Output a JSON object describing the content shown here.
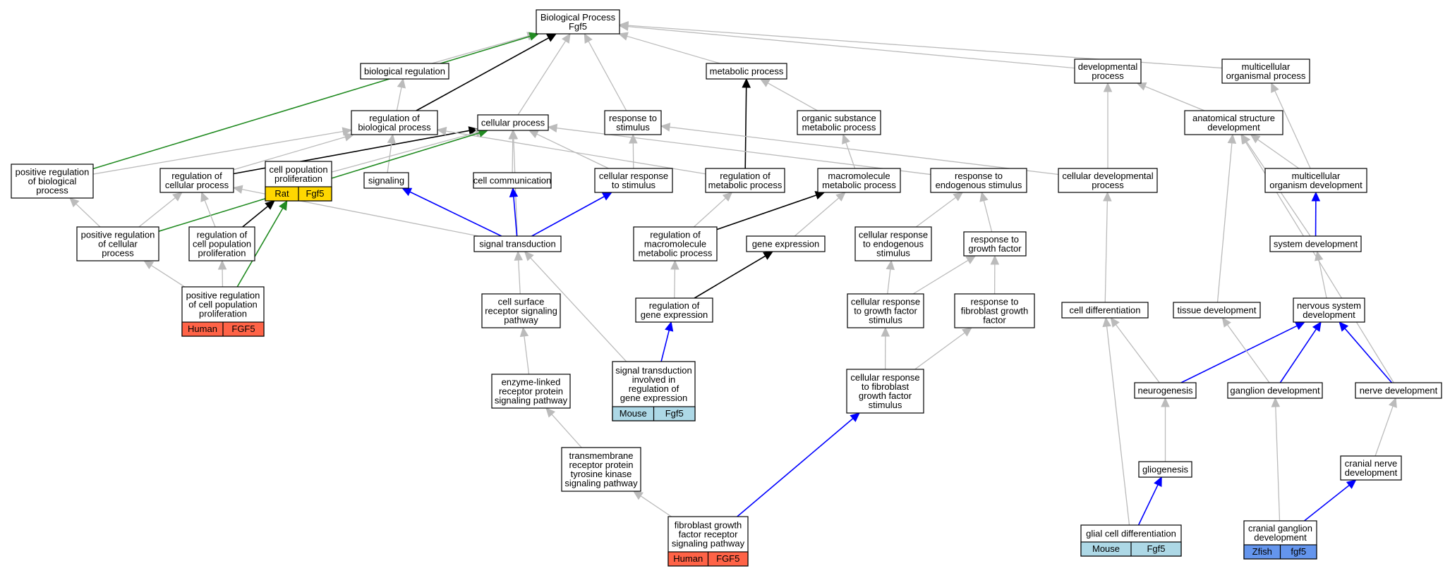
{
  "nodes": [
    {
      "id": "bp",
      "lines": [
        "Biological Process",
        "Fgf5"
      ]
    },
    {
      "id": "bio_reg",
      "lines": [
        "biological regulation"
      ]
    },
    {
      "id": "metabolic",
      "lines": [
        "metabolic process"
      ]
    },
    {
      "id": "dev_proc",
      "lines": [
        "developmental",
        "process"
      ]
    },
    {
      "id": "multi_org_proc",
      "lines": [
        "multicellular",
        "organismal process"
      ]
    },
    {
      "id": "reg_bio_proc",
      "lines": [
        "regulation of",
        "biological process"
      ]
    },
    {
      "id": "cell_proc",
      "lines": [
        "cellular process"
      ]
    },
    {
      "id": "resp_stim",
      "lines": [
        "response to",
        "stimulus"
      ]
    },
    {
      "id": "org_sub_met",
      "lines": [
        "organic substance",
        "metabolic process"
      ]
    },
    {
      "id": "anat_dev",
      "lines": [
        "anatomical structure",
        "development"
      ]
    },
    {
      "id": "pos_reg_bio",
      "lines": [
        "positive regulation",
        "of biological",
        "process"
      ]
    },
    {
      "id": "reg_cell_proc",
      "lines": [
        "regulation of",
        "cellular process"
      ]
    },
    {
      "id": "cell_pop_prolif",
      "lines": [
        "cell population",
        "proliferation"
      ],
      "tag": {
        "species": "Rat",
        "gene": "Fgf5",
        "color": "#ffd700"
      }
    },
    {
      "id": "signaling",
      "lines": [
        "signaling"
      ]
    },
    {
      "id": "cell_comm",
      "lines": [
        "cell communication"
      ]
    },
    {
      "id": "cell_resp_stim",
      "lines": [
        "cellular response",
        "to stimulus"
      ]
    },
    {
      "id": "reg_met_proc",
      "lines": [
        "regulation of",
        "metabolic process"
      ]
    },
    {
      "id": "macro_met",
      "lines": [
        "macromolecule",
        "metabolic process"
      ]
    },
    {
      "id": "resp_endo",
      "lines": [
        "response to",
        "endogenous stimulus"
      ]
    },
    {
      "id": "cell_dev_proc",
      "lines": [
        "cellular developmental",
        "process"
      ]
    },
    {
      "id": "multi_org_dev",
      "lines": [
        "multicellular",
        "organism development"
      ]
    },
    {
      "id": "pos_reg_cell",
      "lines": [
        "positive regulation",
        "of cellular",
        "process"
      ]
    },
    {
      "id": "reg_cell_pop",
      "lines": [
        "regulation of",
        "cell population",
        "proliferation"
      ]
    },
    {
      "id": "sig_trans",
      "lines": [
        "signal transduction"
      ]
    },
    {
      "id": "reg_macro_met",
      "lines": [
        "regulation of",
        "macromolecule",
        "metabolic process"
      ]
    },
    {
      "id": "gene_expr",
      "lines": [
        "gene expression"
      ]
    },
    {
      "id": "cell_resp_endo",
      "lines": [
        "cellular response",
        "to endogenous",
        "stimulus"
      ]
    },
    {
      "id": "resp_gf",
      "lines": [
        "response to",
        "growth factor"
      ]
    },
    {
      "id": "sys_dev",
      "lines": [
        "system development"
      ]
    },
    {
      "id": "pos_reg_cell_pop",
      "lines": [
        "positive regulation",
        "of cell population",
        "proliferation"
      ],
      "tag": {
        "species": "Human",
        "gene": "FGF5",
        "color": "#ff6347"
      }
    },
    {
      "id": "cell_surf",
      "lines": [
        "cell surface",
        "receptor signaling",
        "pathway"
      ]
    },
    {
      "id": "reg_gene_expr",
      "lines": [
        "regulation of",
        "gene expression"
      ]
    },
    {
      "id": "cell_resp_gf",
      "lines": [
        "cellular response",
        "to growth factor",
        "stimulus"
      ]
    },
    {
      "id": "resp_fgf",
      "lines": [
        "response to",
        "fibroblast growth",
        "factor"
      ]
    },
    {
      "id": "cell_diff",
      "lines": [
        "cell differentiation"
      ]
    },
    {
      "id": "tissue_dev",
      "lines": [
        "tissue development"
      ]
    },
    {
      "id": "nerv_sys_dev",
      "lines": [
        "nervous system",
        "development"
      ]
    },
    {
      "id": "sig_trans_gene",
      "lines": [
        "signal transduction",
        "involved in",
        "regulation of",
        "gene expression"
      ],
      "tag": {
        "species": "Mouse",
        "gene": "Fgf5",
        "color": "#add8e6"
      }
    },
    {
      "id": "enz_linked",
      "lines": [
        "enzyme-linked",
        "receptor protein",
        "signaling pathway"
      ]
    },
    {
      "id": "cell_resp_fgf",
      "lines": [
        "cellular response",
        "to fibroblast",
        "growth factor",
        "stimulus"
      ]
    },
    {
      "id": "neurogenesis",
      "lines": [
        "neurogenesis"
      ]
    },
    {
      "id": "ganglion_dev",
      "lines": [
        "ganglion development"
      ]
    },
    {
      "id": "nerve_dev",
      "lines": [
        "nerve development"
      ]
    },
    {
      "id": "transmem",
      "lines": [
        "transmembrane",
        "receptor protein",
        "tyrosine kinase",
        "signaling pathway"
      ]
    },
    {
      "id": "gliogenesis",
      "lines": [
        "gliogenesis"
      ]
    },
    {
      "id": "cranial_nerve",
      "lines": [
        "cranial nerve",
        "development"
      ]
    },
    {
      "id": "fgf_rec",
      "lines": [
        "fibroblast growth",
        "factor receptor",
        "signaling pathway"
      ],
      "tag": {
        "species": "Human",
        "gene": "FGF5",
        "color": "#ff6347"
      }
    },
    {
      "id": "glial_diff",
      "lines": [
        "glial cell differentiation"
      ],
      "tag": {
        "species": "Mouse",
        "gene": "Fgf5",
        "color": "#add8e6"
      }
    },
    {
      "id": "cranial_gang",
      "lines": [
        "cranial ganglion",
        "development"
      ],
      "tag": {
        "species": "Zfish",
        "gene": "fgf5",
        "color": "#6495ed"
      }
    }
  ],
  "edges": [
    {
      "from": "bio_reg",
      "to": "bp",
      "color": "#bbbbbb"
    },
    {
      "from": "reg_bio_proc",
      "to": "bp",
      "color": "#000000"
    },
    {
      "from": "reg_bio_proc",
      "to": "bio_reg",
      "color": "#bbbbbb"
    },
    {
      "from": "cell_proc",
      "to": "bp",
      "color": "#bbbbbb"
    },
    {
      "from": "resp_stim",
      "to": "bp",
      "color": "#bbbbbb"
    },
    {
      "from": "metabolic",
      "to": "bp",
      "color": "#bbbbbb"
    },
    {
      "from": "dev_proc",
      "to": "bp",
      "color": "#bbbbbb"
    },
    {
      "from": "multi_org_proc",
      "to": "bp",
      "color": "#bbbbbb"
    },
    {
      "from": "pos_reg_bio",
      "to": "bp",
      "color": "#228b22"
    },
    {
      "from": "org_sub_met",
      "to": "metabolic",
      "color": "#bbbbbb"
    },
    {
      "from": "reg_met_proc",
      "to": "metabolic",
      "color": "#000000"
    },
    {
      "from": "pos_reg_bio",
      "to": "reg_bio_proc",
      "color": "#bbbbbb"
    },
    {
      "from": "reg_cell_proc",
      "to": "reg_bio_proc",
      "color": "#bbbbbb"
    },
    {
      "from": "reg_cell_proc",
      "to": "cell_proc",
      "color": "#000000"
    },
    {
      "from": "reg_met_proc",
      "to": "reg_bio_proc",
      "color": "#bbbbbb"
    },
    {
      "from": "signaling",
      "to": "reg_bio_proc",
      "color": "#bbbbbb"
    },
    {
      "from": "cell_pop_prolif",
      "to": "cell_proc",
      "color": "#bbbbbb"
    },
    {
      "from": "cell_comm",
      "to": "cell_proc",
      "color": "#bbbbbb"
    },
    {
      "from": "cell_resp_stim",
      "to": "cell_proc",
      "color": "#bbbbbb"
    },
    {
      "from": "sig_trans",
      "to": "cell_proc",
      "color": "#bbbbbb"
    },
    {
      "from": "resp_endo",
      "to": "cell_proc",
      "color": "#bbbbbb"
    },
    {
      "from": "pos_reg_cell",
      "to": "cell_proc",
      "color": "#228b22"
    },
    {
      "from": "cell_resp_stim",
      "to": "resp_stim",
      "color": "#bbbbbb"
    },
    {
      "from": "cell_dev_proc",
      "to": "resp_stim",
      "color": "#bbbbbb"
    },
    {
      "from": "macro_met",
      "to": "org_sub_met",
      "color": "#bbbbbb"
    },
    {
      "from": "anat_dev",
      "to": "dev_proc",
      "color": "#bbbbbb"
    },
    {
      "from": "cell_dev_proc",
      "to": "dev_proc",
      "color": "#bbbbbb"
    },
    {
      "from": "multi_org_dev",
      "to": "multi_org_proc",
      "color": "#bbbbbb"
    },
    {
      "from": "multi_org_dev",
      "to": "anat_dev",
      "color": "#bbbbbb"
    },
    {
      "from": "sys_dev",
      "to": "anat_dev",
      "color": "#bbbbbb"
    },
    {
      "from": "tissue_dev",
      "to": "anat_dev",
      "color": "#bbbbbb"
    },
    {
      "from": "nerve_dev",
      "to": "anat_dev",
      "color": "#bbbbbb"
    },
    {
      "from": "pos_reg_cell",
      "to": "pos_reg_bio",
      "color": "#bbbbbb"
    },
    {
      "from": "pos_reg_cell",
      "to": "reg_cell_proc",
      "color": "#bbbbbb"
    },
    {
      "from": "reg_cell_pop",
      "to": "reg_cell_proc",
      "color": "#bbbbbb"
    },
    {
      "from": "reg_cell_pop",
      "to": "cell_pop_prolif",
      "color": "#000000"
    },
    {
      "from": "pos_reg_cell_pop",
      "to": "cell_pop_prolif",
      "color": "#228b22"
    },
    {
      "from": "sig_trans",
      "to": "reg_cell_proc",
      "color": "#bbbbbb"
    },
    {
      "from": "sig_trans",
      "to": "signaling",
      "color": "#0000ff"
    },
    {
      "from": "sig_trans",
      "to": "cell_comm",
      "color": "#0000ff"
    },
    {
      "from": "sig_trans",
      "to": "cell_resp_stim",
      "color": "#0000ff"
    },
    {
      "from": "reg_macro_met",
      "to": "reg_met_proc",
      "color": "#bbbbbb"
    },
    {
      "from": "reg_macro_met",
      "to": "macro_met",
      "color": "#000000"
    },
    {
      "from": "gene_expr",
      "to": "macro_met",
      "color": "#bbbbbb"
    },
    {
      "from": "cell_resp_endo",
      "to": "resp_endo",
      "color": "#bbbbbb"
    },
    {
      "from": "resp_gf",
      "to": "resp_endo",
      "color": "#bbbbbb"
    },
    {
      "from": "cell_diff",
      "to": "cell_dev_proc",
      "color": "#bbbbbb"
    },
    {
      "from": "sys_dev",
      "to": "multi_org_dev",
      "color": "#0000ff"
    },
    {
      "from": "pos_reg_cell_pop",
      "to": "pos_reg_cell",
      "color": "#bbbbbb"
    },
    {
      "from": "pos_reg_cell_pop",
      "to": "reg_cell_pop",
      "color": "#bbbbbb"
    },
    {
      "from": "cell_surf",
      "to": "sig_trans",
      "color": "#bbbbbb"
    },
    {
      "from": "sig_trans_gene",
      "to": "sig_trans",
      "color": "#bbbbbb"
    },
    {
      "from": "reg_gene_expr",
      "to": "reg_macro_met",
      "color": "#bbbbbb"
    },
    {
      "from": "reg_gene_expr",
      "to": "gene_expr",
      "color": "#000000"
    },
    {
      "from": "cell_resp_gf",
      "to": "cell_resp_endo",
      "color": "#bbbbbb"
    },
    {
      "from": "cell_resp_gf",
      "to": "resp_gf",
      "color": "#bbbbbb"
    },
    {
      "from": "resp_fgf",
      "to": "resp_gf",
      "color": "#bbbbbb"
    },
    {
      "from": "nerv_sys_dev",
      "to": "sys_dev",
      "color": "#bbbbbb"
    },
    {
      "from": "sig_trans_gene",
      "to": "reg_gene_expr",
      "color": "#0000ff"
    },
    {
      "from": "enz_linked",
      "to": "cell_surf",
      "color": "#bbbbbb"
    },
    {
      "from": "cell_resp_fgf",
      "to": "cell_resp_gf",
      "color": "#bbbbbb"
    },
    {
      "from": "cell_resp_fgf",
      "to": "resp_fgf",
      "color": "#bbbbbb"
    },
    {
      "from": "neurogenesis",
      "to": "cell_diff",
      "color": "#bbbbbb"
    },
    {
      "from": "neurogenesis",
      "to": "nerv_sys_dev",
      "color": "#0000ff"
    },
    {
      "from": "ganglion_dev",
      "to": "tissue_dev",
      "color": "#bbbbbb"
    },
    {
      "from": "ganglion_dev",
      "to": "nerv_sys_dev",
      "color": "#0000ff"
    },
    {
      "from": "nerve_dev",
      "to": "nerv_sys_dev",
      "color": "#0000ff"
    },
    {
      "from": "transmem",
      "to": "enz_linked",
      "color": "#bbbbbb"
    },
    {
      "from": "gliogenesis",
      "to": "neurogenesis",
      "color": "#bbbbbb"
    },
    {
      "from": "cranial_nerve",
      "to": "nerve_dev",
      "color": "#bbbbbb"
    },
    {
      "from": "fgf_rec",
      "to": "transmem",
      "color": "#bbbbbb"
    },
    {
      "from": "fgf_rec",
      "to": "cell_resp_fgf",
      "color": "#0000ff"
    },
    {
      "from": "glial_diff",
      "to": "gliogenesis",
      "color": "#0000ff"
    },
    {
      "from": "glial_diff",
      "to": "cell_diff",
      "color": "#bbbbbb"
    },
    {
      "from": "cranial_gang",
      "to": "cranial_nerve",
      "color": "#0000ff"
    },
    {
      "from": "cranial_gang",
      "to": "ganglion_dev",
      "color": "#bbbbbb"
    }
  ]
}
